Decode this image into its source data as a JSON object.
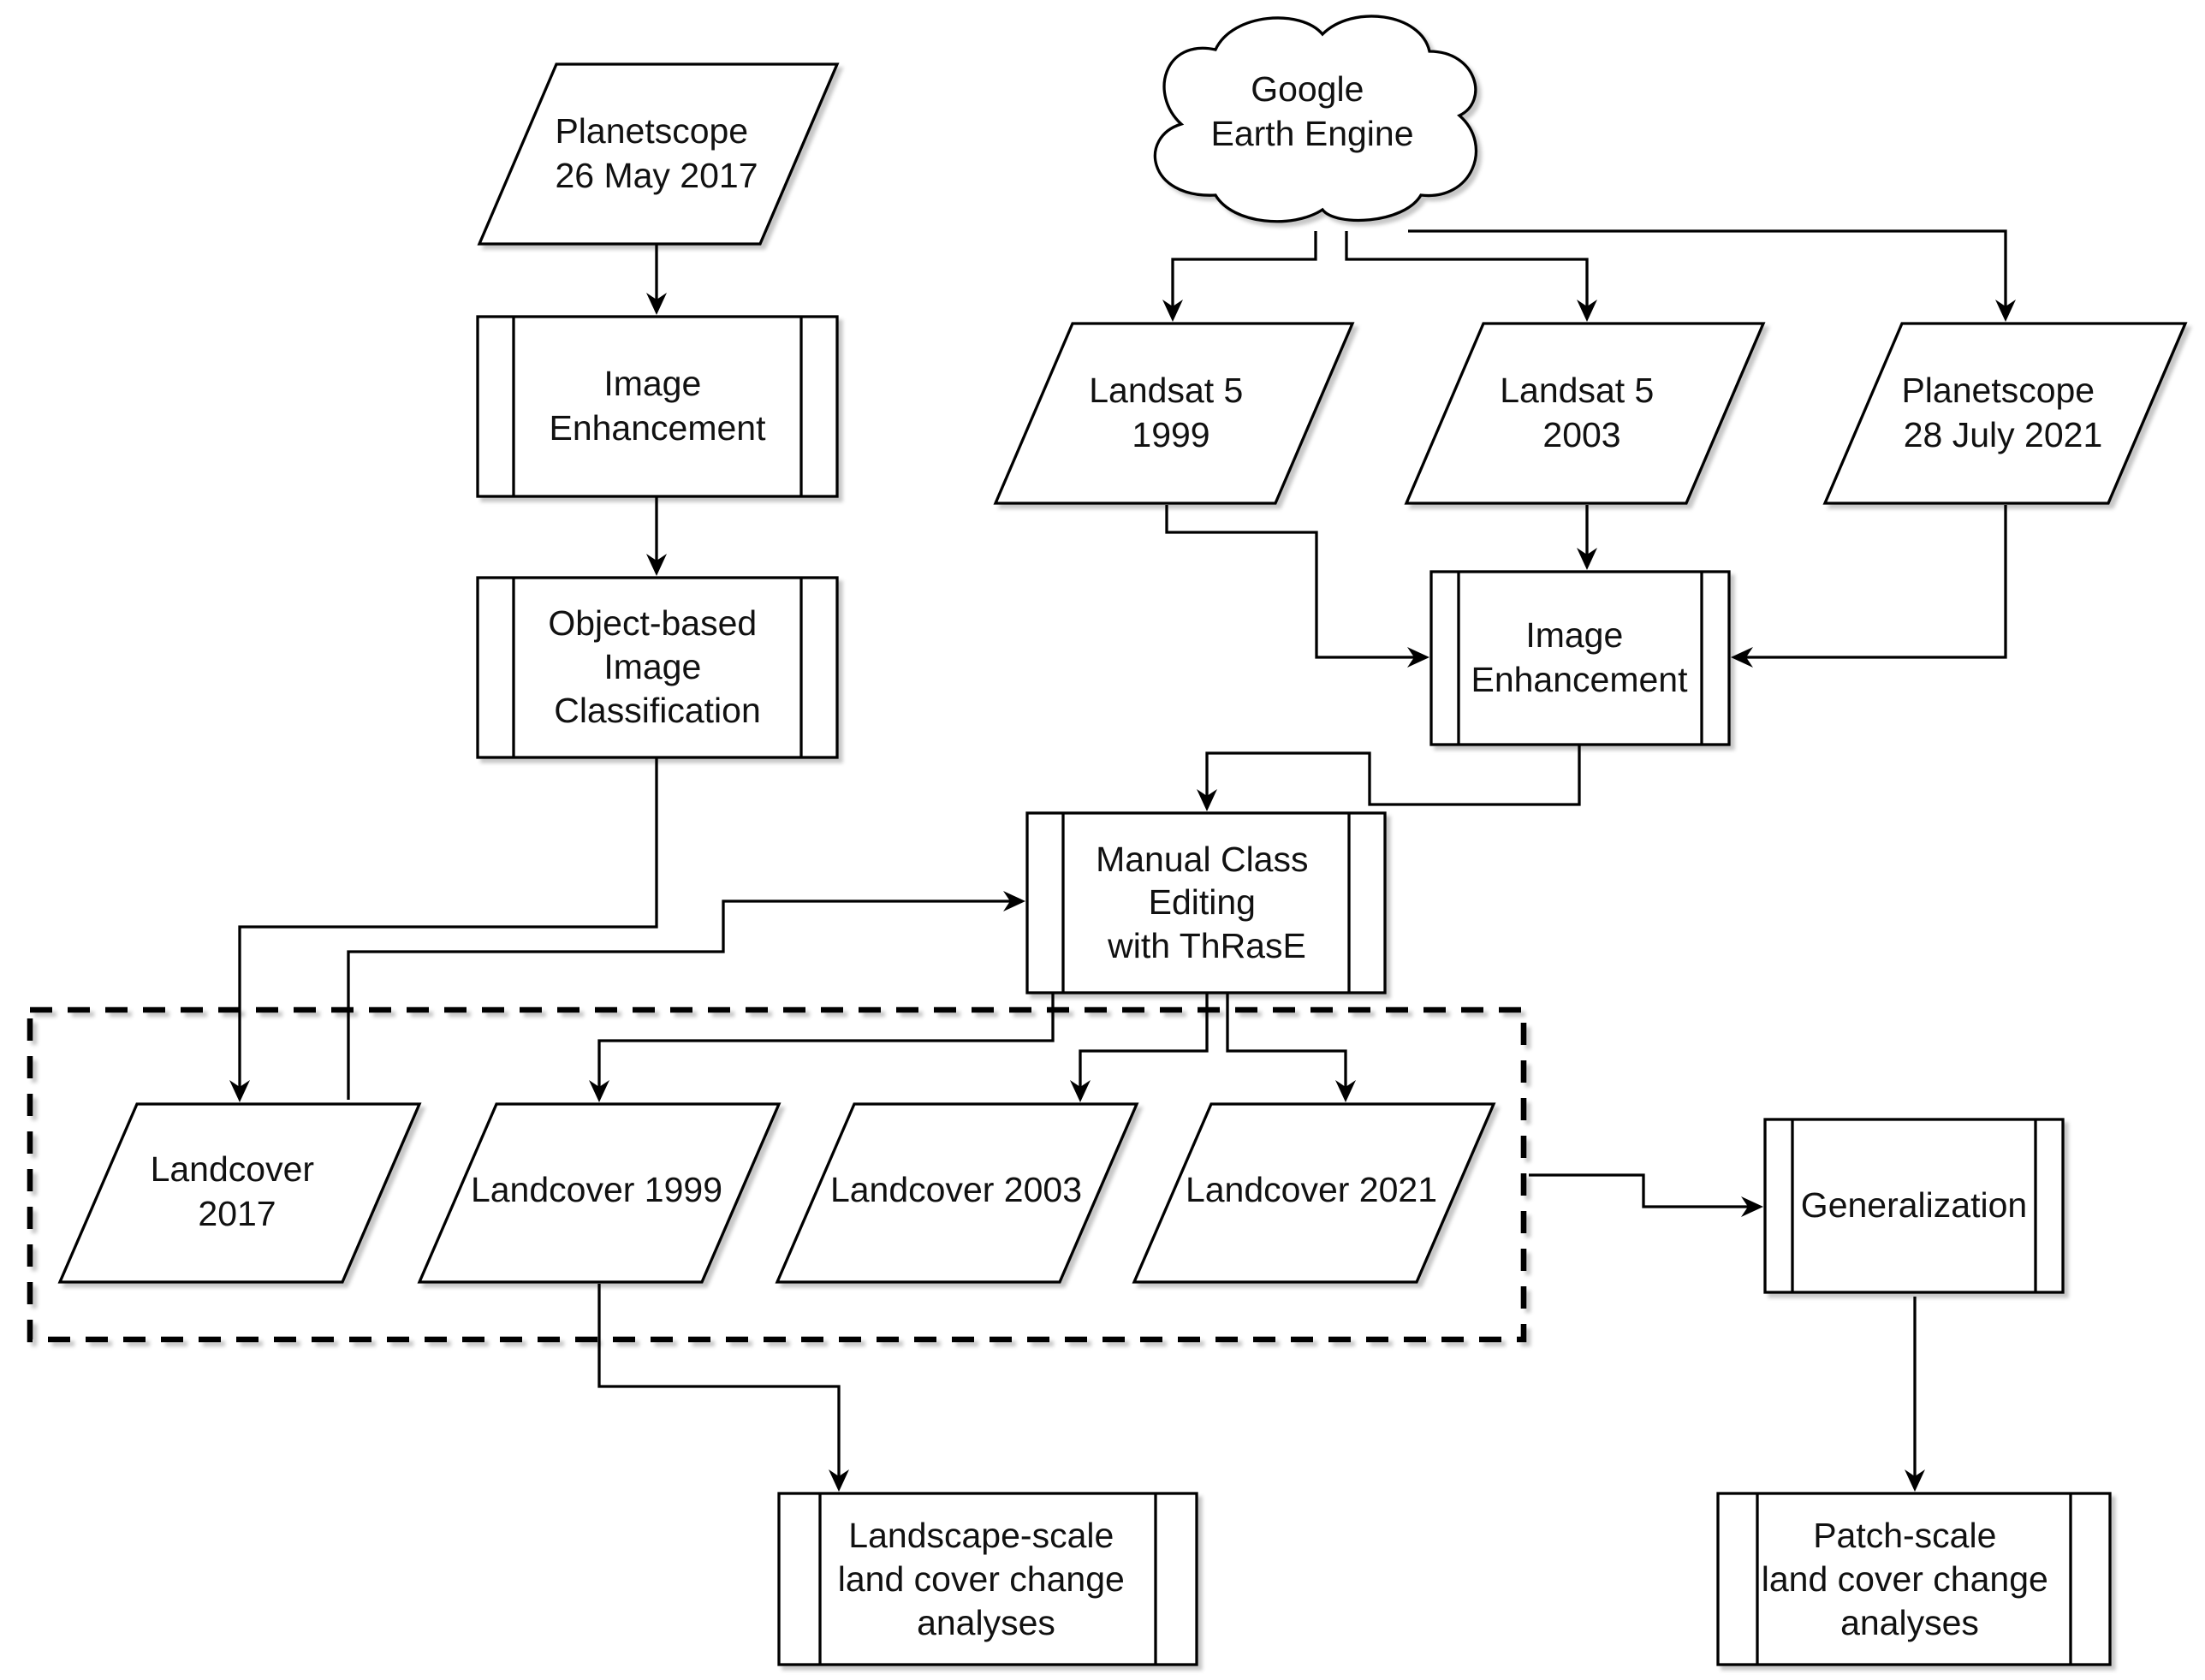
{
  "diagram": {
    "nodes": {
      "planetscope_2017": {
        "lines": [
          "Planetscope",
          "26 May 2017"
        ],
        "shape": "data"
      },
      "image_enhancement_left": {
        "lines": [
          "Image",
          "Enhancement"
        ],
        "shape": "process"
      },
      "object_based_classification": {
        "lines": [
          "Object-based",
          "Image",
          "Classification"
        ],
        "shape": "process"
      },
      "google_earth_engine": {
        "lines": [
          "Google",
          "Earth Engine"
        ],
        "shape": "cloud"
      },
      "landsat5_1999": {
        "lines": [
          "Landsat 5",
          "1999"
        ],
        "shape": "data"
      },
      "landsat5_2003": {
        "lines": [
          "Landsat 5",
          "2003"
        ],
        "shape": "data"
      },
      "planetscope_2021": {
        "lines": [
          "Planetscope",
          "28 July 2021"
        ],
        "shape": "data"
      },
      "image_enhancement_right": {
        "lines": [
          "Image",
          "Enhancement"
        ],
        "shape": "process"
      },
      "manual_class_editing": {
        "lines": [
          "Manual Class",
          "Editing",
          "with ThRasE"
        ],
        "shape": "process"
      },
      "landcover_2017": {
        "lines": [
          "Landcover",
          "2017"
        ],
        "shape": "data"
      },
      "landcover_1999": {
        "lines": [
          "Landcover 1999"
        ],
        "shape": "data"
      },
      "landcover_2003": {
        "lines": [
          "Landcover 2003"
        ],
        "shape": "data"
      },
      "landcover_2021": {
        "lines": [
          "Landcover 2021"
        ],
        "shape": "data"
      },
      "generalization": {
        "lines": [
          "Generalization"
        ],
        "shape": "process"
      },
      "landscape_scale_analyses": {
        "lines": [
          "Landscape-scale",
          "land cover change",
          "analyses"
        ],
        "shape": "process"
      },
      "patch_scale_analyses": {
        "lines": [
          "Patch-scale",
          "land cover change",
          "analyses"
        ],
        "shape": "process"
      }
    },
    "edges": [
      {
        "from": "planetscope_2017",
        "to": "image_enhancement_left"
      },
      {
        "from": "image_enhancement_left",
        "to": "object_based_classification"
      },
      {
        "from": "object_based_classification",
        "to": "landcover_2017"
      },
      {
        "from": "google_earth_engine",
        "to": "landsat5_1999"
      },
      {
        "from": "google_earth_engine",
        "to": "landsat5_2003"
      },
      {
        "from": "google_earth_engine",
        "to": "planetscope_2021"
      },
      {
        "from": "landsat5_1999",
        "to": "image_enhancement_right"
      },
      {
        "from": "landsat5_2003",
        "to": "image_enhancement_right"
      },
      {
        "from": "planetscope_2021",
        "to": "image_enhancement_right"
      },
      {
        "from": "image_enhancement_right",
        "to": "manual_class_editing"
      },
      {
        "from": "landcover_2017",
        "to": "manual_class_editing"
      },
      {
        "from": "manual_class_editing",
        "to": "landcover_1999"
      },
      {
        "from": "manual_class_editing",
        "to": "landcover_2003"
      },
      {
        "from": "manual_class_editing",
        "to": "landcover_2021"
      },
      {
        "from": "landcover_group",
        "to": "generalization"
      },
      {
        "from": "landcover_1999",
        "to": "landscape_scale_analyses"
      },
      {
        "from": "generalization",
        "to": "patch_scale_analyses"
      }
    ]
  }
}
